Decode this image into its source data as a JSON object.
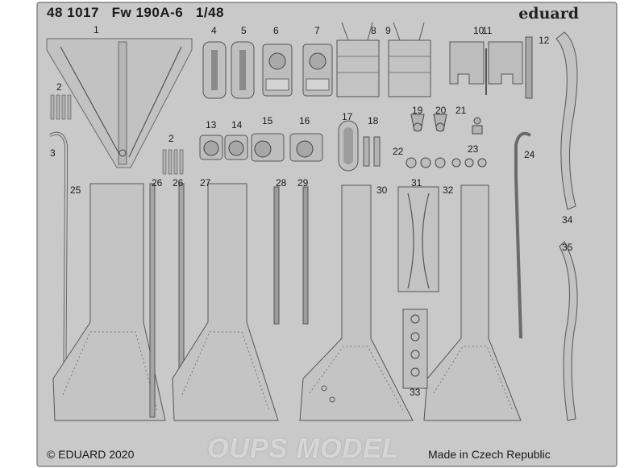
{
  "header": {
    "set_number": "48 1017",
    "model": "Fw 190A-6",
    "scale": "1/48"
  },
  "brand": "eduard",
  "footer": {
    "copyright": "© EDUARD 2020",
    "origin": "Made in Czech Republic"
  },
  "watermark": "OUPS MODEL",
  "part_numbers": [
    "1",
    "2",
    "2",
    "3",
    "4",
    "5",
    "6",
    "7",
    "8",
    "9",
    "10",
    "11",
    "12",
    "13",
    "14",
    "15",
    "16",
    "17",
    "18",
    "19",
    "20",
    "21",
    "22",
    "23",
    "24",
    "25",
    "26",
    "26",
    "27",
    "28",
    "29",
    "30",
    "31",
    "32",
    "33",
    "34",
    "35"
  ],
  "colors": {
    "fret": "#c8c8c8",
    "fret_edge": "#707070",
    "part": "#c4c4c4",
    "part_dark": "#a9a9a9",
    "detail": "#4a4a4a"
  }
}
